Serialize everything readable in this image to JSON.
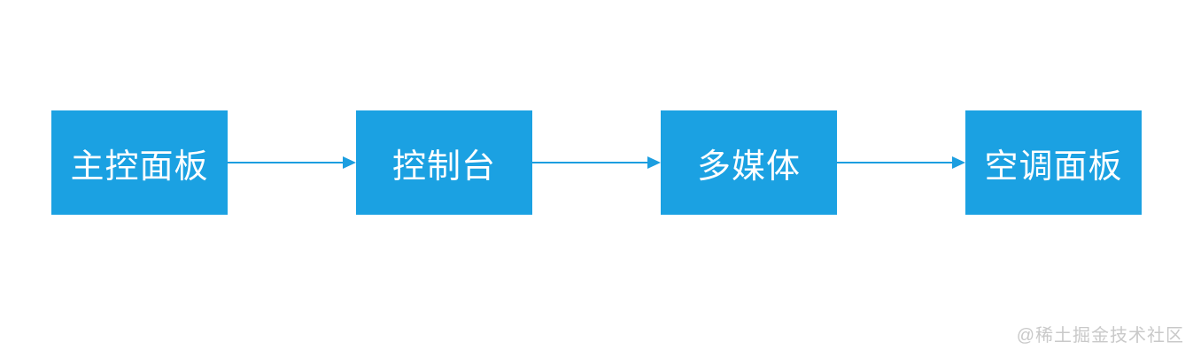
{
  "diagram": {
    "type": "flowchart",
    "direction": "left-to-right",
    "node_fill_color": "#1BA1E2",
    "node_text_color": "#FFFFFF",
    "arrow_color": "#1C9EE0",
    "nodes": [
      {
        "id": "node-0",
        "label": "主控面板"
      },
      {
        "id": "node-1",
        "label": "控制台"
      },
      {
        "id": "node-2",
        "label": "多媒体"
      },
      {
        "id": "node-3",
        "label": "空调面板"
      }
    ],
    "edges": [
      {
        "from": "主控面板",
        "to": "控制台"
      },
      {
        "from": "控制台",
        "to": "多媒体"
      },
      {
        "from": "多媒体",
        "to": "空调面板"
      }
    ]
  },
  "watermark": {
    "text": "@稀土掘金技术社区",
    "color": "#C9C9C9"
  }
}
